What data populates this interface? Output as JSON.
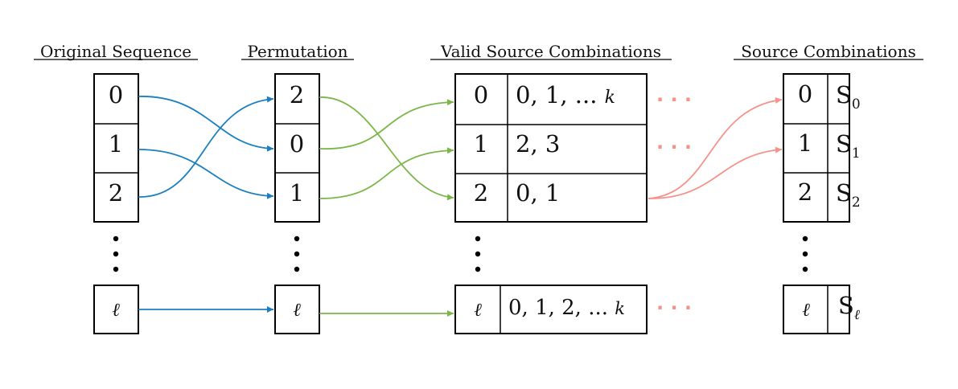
{
  "headings": {
    "original": "Original Sequence",
    "permutation": "Permutation",
    "valid": "Valid Source Combinations",
    "source": "Source Combinations"
  },
  "original_sequence": [
    "0",
    "1",
    "2",
    "ℓ"
  ],
  "permutation": [
    "2",
    "0",
    "1",
    "ℓ"
  ],
  "valid_source_combinations": [
    {
      "index": "0",
      "sources": "0, 1, ... ",
      "last": "k"
    },
    {
      "index": "1",
      "sources": "2, 3",
      "last": ""
    },
    {
      "index": "2",
      "sources": "0, 1",
      "last": ""
    },
    {
      "index": "ℓ",
      "sources": "0, 1, 2, ... ",
      "last": "k"
    }
  ],
  "source_combinations": [
    {
      "index": "0",
      "label": "S",
      "sub": "0"
    },
    {
      "index": "1",
      "label": "S",
      "sub": "1"
    },
    {
      "index": "2",
      "label": "S",
      "sub": "2"
    },
    {
      "index": "ℓ",
      "label": "S",
      "sub": "ℓ"
    }
  ],
  "ellipsis_horizontal": "· · ·",
  "colors": {
    "blue": "#1a7fc0",
    "green": "#7ab648",
    "salmon": "#f5928a",
    "box_stroke": "#000000"
  }
}
